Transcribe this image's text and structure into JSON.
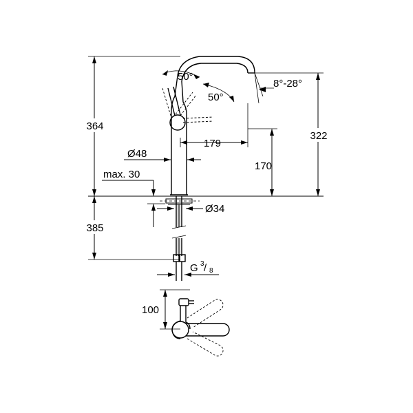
{
  "labels": {
    "total_height": "364",
    "spout_height": "322",
    "base_to_spout": "170",
    "reach": "179",
    "body_dia": "Ø48",
    "max_thickness": "max. 30",
    "hole_dia": "Ø34",
    "below_deck": "385",
    "connection_base": "G",
    "connection_num": "3",
    "connection_den": "8",
    "lever_angle_back": "50°",
    "lever_angle_side": "50°",
    "swivel_angle": "8°-28°",
    "plan_depth": "100"
  }
}
